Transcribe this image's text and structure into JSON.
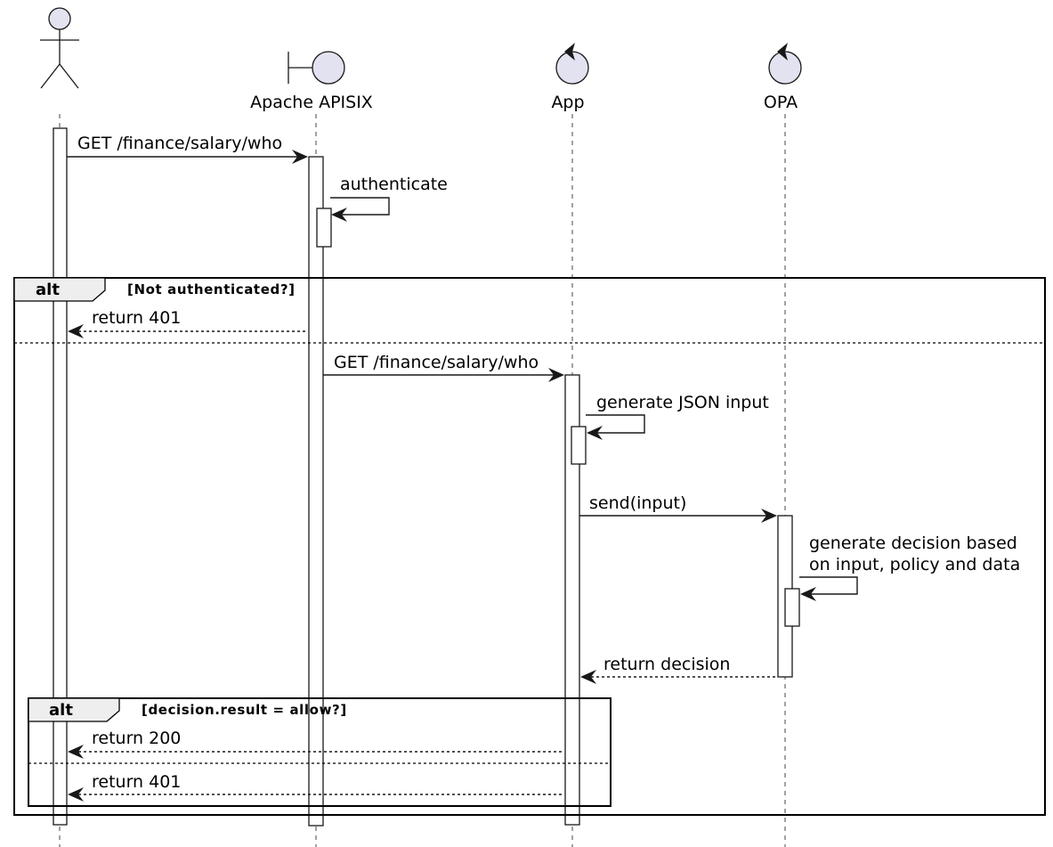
{
  "participants": {
    "user": {
      "label": "",
      "icon": "actor-stick-figure-icon"
    },
    "apisix": {
      "label": "Apache APISIX",
      "icon": "boundary-icon"
    },
    "app": {
      "label": "App",
      "icon": "control-icon"
    },
    "opa": {
      "label": "OPA",
      "icon": "control-icon"
    }
  },
  "messages": {
    "m1": "GET /finance/salary/who",
    "m2": "authenticate",
    "m3": "return 401",
    "m4": "GET /finance/salary/who",
    "m5": "generate JSON input",
    "m6": "send(input)",
    "m7_line1": "generate decision based",
    "m7_line2": "on input, policy and data",
    "m8": "return decision",
    "m9": "return 200",
    "m10": "return 401"
  },
  "fragments": {
    "outer": {
      "keyword": "alt",
      "condition": "[Not authenticated?]"
    },
    "inner": {
      "keyword": "alt",
      "condition": "[decision.result = allow?]"
    }
  },
  "colors": {
    "participant_fill": "#e2e2f0",
    "stroke": "#181818",
    "fragment_tab_fill": "#eeeeee"
  }
}
